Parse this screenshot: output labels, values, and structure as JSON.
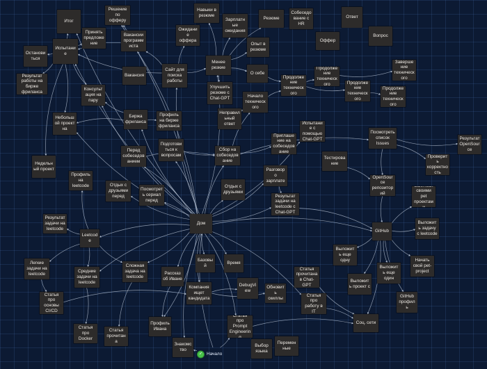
{
  "colors": {
    "background": "#0c1a33",
    "node": "#2d2b2a",
    "node_text": "#ece8e3",
    "edge": "#b8c4d6",
    "start": "#49c24b"
  },
  "nodes": {
    "itog": "Итог",
    "reshenie": "Решение по офферу",
    "navyki": "Навыки в резюме",
    "zarplatnye": "Зарплатные ожидания",
    "rezume": "Резюме",
    "sobes_hr": "Собеседование с HR",
    "otvet": "Ответ",
    "prinyat": "Принять предложение",
    "vakansii_prog": "Вакансии программиста",
    "ozhidanie": "Ожидание оффера",
    "offer": "Оффер",
    "vopros": "Вопрос",
    "ispyt": "Испытание",
    "opyt": "Опыт в резюме",
    "ostanovitsya": "Остановиться",
    "menee": "Менее резкие",
    "zavershenie": "Завершение технического",
    "rezultat_birzha": "Результат работы на бирже фриланса",
    "vakansiya": "Вакансия",
    "sait_poiska": "Сайт для поиска работы",
    "o_sebe": "О себе",
    "prodolzh1": "Продолжение технического",
    "prodolzh2": "Продолжение технического",
    "konsultaciya": "Консультация на пару",
    "uluchshit": "Улучшить резюме с Chat-GPT",
    "prodolzh3": "Продолжение технического",
    "prodolzh4": "Продолжение технического",
    "nachalo_tekh": "Начало технического",
    "nebolshoi": "Небольшой проект на",
    "birzha": "Биржа фриланса",
    "profil_birzha": "Профиль на бирже фриланса",
    "nepravilny": "Неправильный ответ",
    "ispyt_chat": "Испытание с помощью Chat-GPT",
    "priglashenie": "Приглашение на собеседование",
    "posmotret_issues": "Посмотреть список Issues",
    "rezultat_os": "Результат OpenSource",
    "nedelny": "Недельный проект",
    "pered_sobes": "Перед собеседованием",
    "podgotovitsya": "Подготовиться к вопросам",
    "sbor": "Сбор на собеседование",
    "testirovanie": "Тестирование",
    "proverit": "Проверить корректность",
    "profil_leetcode": "Профиль на leetcode",
    "otdyh_pered": "Отдых с друзьями перед",
    "posmotret_serial": "Посмотреть сериал перед",
    "razgovor": "Разговор о зарплате",
    "opensource_repo": "OpenSource репозиторий",
    "otdyh": "Отдых с друзьями",
    "zanyatsya": "Заняться своими pet проектами",
    "rezultat_leetcode": "Результат задачи на leetcode",
    "rezultat_leetcode_chat": "Результат задачи на leetcode с Chat-GPT",
    "dom": "Дом",
    "vylozhit_leetcode": "Выложить задачу с leetcode",
    "leetcode": "Leetcode",
    "github": "GitHub",
    "legkie": "Легкие задачи на leetcode",
    "vylozhit_odnu": "Выложить еще одну",
    "nachat_pet": "Начать свой pet-project",
    "srednie": "Средние задачи на leetcode",
    "slozhnaya": "Сложная задача на leetcode",
    "bazovy": "Базовый",
    "vremya": "Время",
    "rasskaz": "Рассказ об Иване",
    "statya_chat": "Статья прочитана в Chat-GPT",
    "vylozhit_proekt": "Выложить проект с",
    "vylozhit_esche": "Выложить еще один",
    "statya_osnovy": "Статья про основы CI/CD",
    "kompaniya": "Компания ищет кандидата",
    "debugview": "DebugView",
    "obnovit": "Обновить скиллы",
    "github_profil": "GitHub профиль",
    "statya_rabotu": "Статья про работу в IT",
    "soc_seti": "Соц. сети",
    "statya_docker": "Статья про Docker",
    "statya_prochitana": "Статья прочитана",
    "profil_ivana": "Профиль Ивана",
    "statya_prompt": "Статья про Prompt Engineering",
    "vybor": "Выбор языка",
    "peremennye": "Переменные",
    "znakomstvo": "Знакомство",
    "nachalo": "Начало"
  }
}
